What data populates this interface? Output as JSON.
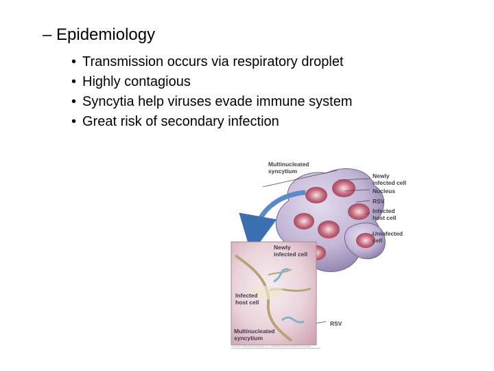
{
  "heading": "– Epidemiology",
  "bullet_symbol": "•",
  "bullets": [
    "Transmission occurs via respiratory droplet",
    "Highly contagious",
    "Syncytia help viruses evade immune system",
    "Great risk of secondary infection"
  ],
  "figure": {
    "labels": {
      "multinucleated_top": "Multinucleated\nsyncytium",
      "newly_infected_right": "Newly\ninfected cell",
      "nucleus": "Nucleus",
      "rsv_right": "RSV",
      "infected_host_right": "Infected\nhost cell",
      "uninfected": "Uninfected\ncell",
      "newly_infected_inset": "Newly\ninfected cell",
      "infected_host_inset": "Infected\nhost cell",
      "rsv_bottom": "RSV",
      "multinucleated_bottom": "Multinucleated\nsyncytium"
    },
    "copyright": "Copyright © 2006 Pearson Education, Inc., publishing as Pearson Benjamin Cummings."
  }
}
